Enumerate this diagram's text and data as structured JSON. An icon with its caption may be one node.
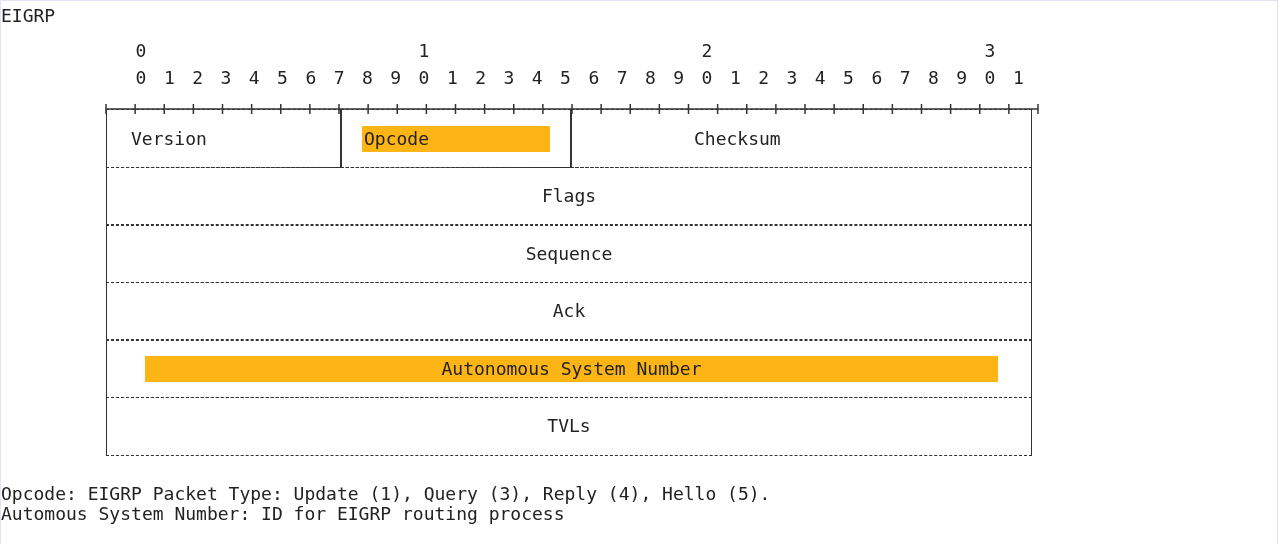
{
  "diagram": {
    "title": "EIGRP",
    "nodes": [
      {
        "text": [
          "Version"
        ]
      },
      {
        "text": [
          "Opcode"
        ]
      },
      {
        "text": [
          "Checksum"
        ]
      },
      {
        "text": [
          "Flags"
        ]
      },
      {
        "text": [
          "Sequence"
        ]
      },
      {
        "text": [
          "Ack"
        ]
      },
      {
        "text": [
          "Autonomous System Number"
        ]
      },
      {
        "text": [
          "TVLs"
        ]
      }
    ],
    "labels": [
      "0",
      "1",
      "2",
      "3",
      "0",
      "1",
      "2",
      "3",
      "4",
      "5",
      "6",
      "7",
      "8",
      "9",
      "0",
      "1",
      "2",
      "3",
      "4",
      "5",
      "6",
      "7",
      "8",
      "9",
      "0",
      "1",
      "2",
      "3",
      "4",
      "5",
      "6",
      "7",
      "8",
      "9",
      "0",
      "1",
      "Opcode: EIGRP Packet Type: Update (1), Query (3), Reply (4), Hello (5).",
      "Automous System Number: ID for EIGRP routing process"
    ]
  }
}
